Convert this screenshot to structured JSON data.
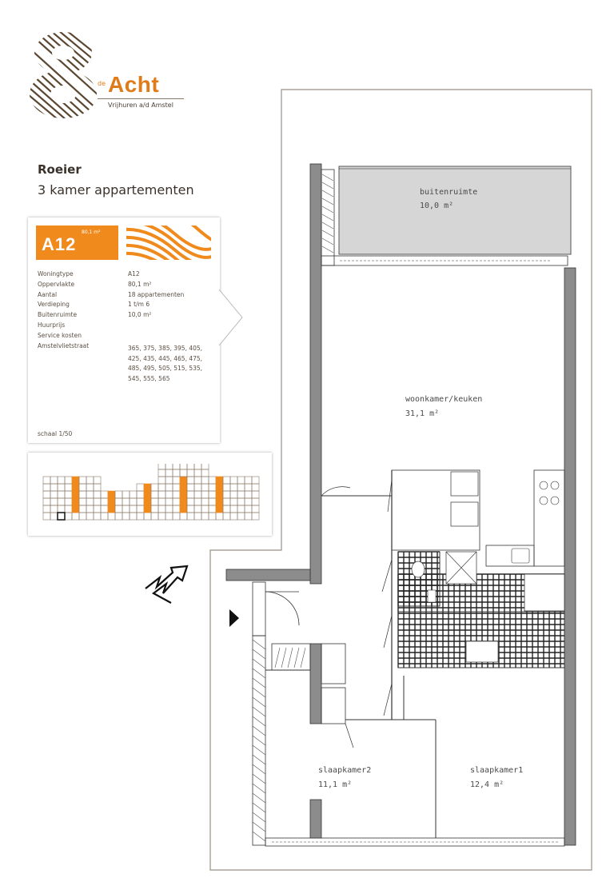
{
  "brand": {
    "sup": "de",
    "name": "Acht",
    "tagline": "Vrijhuren a/d Amstel"
  },
  "unit": {
    "title": "Roeier",
    "subtitle": "3 kamer appartementen",
    "code": "A12",
    "area_badge": "80,1 m²",
    "details": [
      {
        "label": "Woningtype",
        "value": "A12"
      },
      {
        "label": "Oppervlakte",
        "value": "80,1 m²"
      },
      {
        "label": "Aantal",
        "value": "18 appartementen"
      },
      {
        "label": "Verdieping",
        "value": "1 t/m 6"
      },
      {
        "label": "Buitenruimte",
        "value": "10,0 m²"
      },
      {
        "label": "Huurprijs",
        "value": ""
      },
      {
        "label": "Service kosten",
        "value": ""
      },
      {
        "label": "Amstelvlietstraat",
        "value": ""
      }
    ],
    "addresses": "365, 375, 385, 395, 405, 425, 435, 445, 465, 475, 485, 495, 505, 515, 535, 545, 555, 565",
    "scale": "schaal 1/50"
  },
  "rooms": [
    {
      "name": "buitenruimte",
      "area": "10,0 m²"
    },
    {
      "name": "woonkamer/keuken",
      "area": "31,1 m²"
    },
    {
      "name": "slaapkamer2",
      "area": "11,1 m²"
    },
    {
      "name": "slaapkamer1",
      "area": "12,4 m²"
    }
  ],
  "colors": {
    "accent": "#f08a1c",
    "wall": "#8c8c8c",
    "balcony": "#d6d6d6",
    "text": "#4a3f35"
  }
}
